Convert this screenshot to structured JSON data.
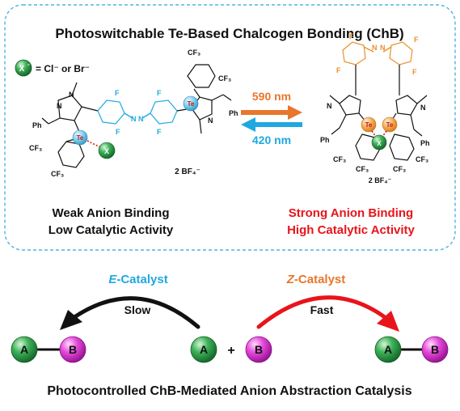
{
  "header": {
    "title": "Photoswitchable Te-Based Chalcogen Bonding (ChB)"
  },
  "legend": {
    "x_symbol": "X",
    "x_charge": "-",
    "x_definition": "= Cl⁻ or Br⁻"
  },
  "e_isomer": {
    "caption_line1": "Weak Anion Binding",
    "caption_line2": "Low Catalytic Activity",
    "caption_color": "#111111",
    "counterion": "2 BF₄⁻",
    "labels": {
      "te": "Te",
      "x": "X",
      "ph": "Ph",
      "cf3": "CF₃",
      "n": "N",
      "f": "F"
    }
  },
  "z_isomer": {
    "caption_line1": "Strong Anion Binding",
    "caption_line2": "High Catalytic Activity",
    "caption_color": "#e8141b",
    "counterion": "2 BF₄⁻",
    "labels": {
      "te": "Te",
      "x": "X",
      "ph": "Ph",
      "cf3": "CF₃",
      "n": "N",
      "f": "F"
    }
  },
  "switch": {
    "forward_label": "590 nm",
    "forward_color": "#e8762b",
    "backward_label": "420 nm",
    "backward_color": "#1fa9e1"
  },
  "catalysis": {
    "left_catalyst_prefix": "E",
    "left_catalyst_suffix": "-Catalyst",
    "left_catalyst_color": "#1fa9e1",
    "left_speed": "Slow",
    "right_catalyst_prefix": "Z",
    "right_catalyst_suffix": "-Catalyst",
    "right_catalyst_color": "#e8762b",
    "right_speed": "Fast",
    "plus": "+",
    "ball_a_label": "A",
    "ball_a_color": "#2d9a4b",
    "ball_b_label": "B",
    "ball_b_color": "#e033d6"
  },
  "footer": {
    "caption": "Photocontrolled ChB-Mediated Anion Abstraction Catalysis"
  },
  "colors": {
    "frame_border": "#4bb6e0",
    "frame_fill": "#ffffff",
    "e_azo": "#1fa9e1",
    "z_azo": "#e8922b",
    "te_blue": "#6ec6ea",
    "te_orange": "#f2a44b",
    "anion_green": "#2d9a4b",
    "bond_red": "#e8141b"
  }
}
